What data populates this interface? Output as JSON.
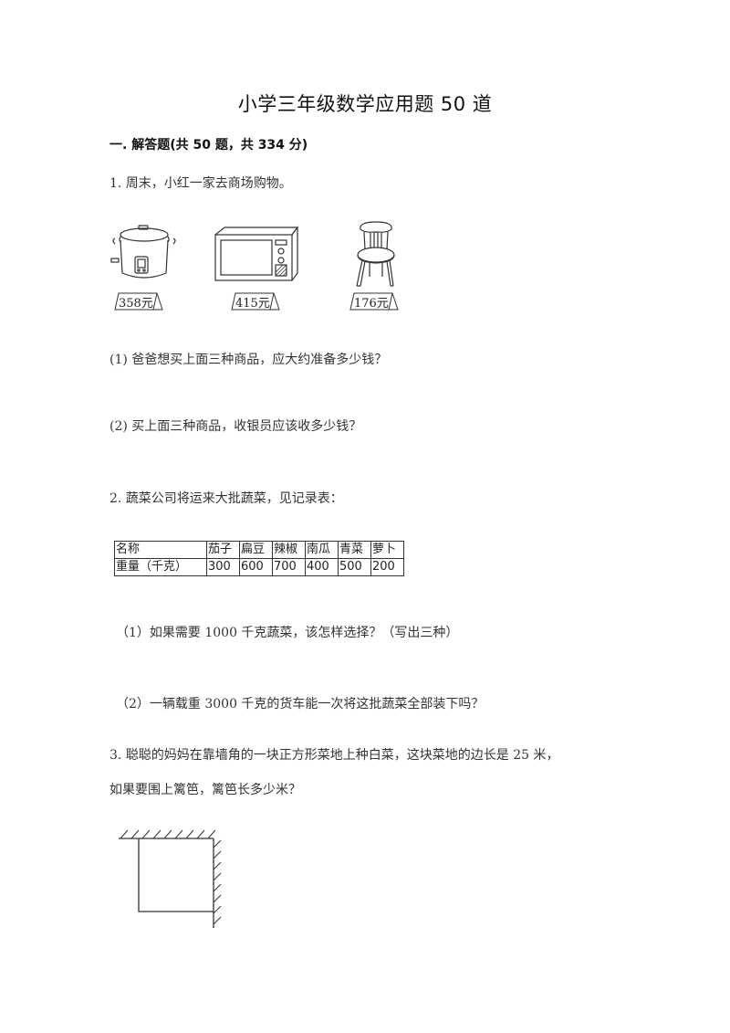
{
  "page": {
    "title": "小学三年级数学应用题 50 道",
    "section_heading": "一. 解答题(共 50 题，共 334 分)"
  },
  "questions": [
    {
      "number": "1.",
      "text": "1. 周末，小红一家去商场购物。",
      "items": [
        {
          "name": "rice-cooker",
          "price": "358元"
        },
        {
          "name": "microwave-oven",
          "price": "415元"
        },
        {
          "name": "chair",
          "price": "176元"
        }
      ],
      "sub": [
        "(1) 爸爸想买上面三种商品，应大约准备多少钱？",
        "(2) 买上面三种商品，收银员应该收多少钱？"
      ]
    },
    {
      "number": "2.",
      "text": "2. 蔬菜公司将运来大批蔬菜，见记录表：",
      "table": {
        "row_labels": [
          "名称",
          "重量（千克）"
        ],
        "columns": [
          "茄子",
          "扁豆",
          "辣椒",
          "南瓜",
          "青菜",
          "萝卜"
        ],
        "values": [
          "300",
          "600",
          "700",
          "400",
          "500",
          "200"
        ]
      },
      "sub": [
        "（1）如果需要 1000 千克蔬菜，该怎样选择？（写出三种）",
        "（2）一辆载重 3000 千克的货车能一次将这批蔬菜全部装下吗？"
      ]
    },
    {
      "number": "3.",
      "line1": "3. 聪聪的妈妈在靠墙角的一块正方形菜地上种白菜，这块菜地的边长是 25 米，",
      "line2": "如果要围上篱笆，篱笆长多少米？",
      "figure": "square-plot-against-wall-corner"
    }
  ]
}
